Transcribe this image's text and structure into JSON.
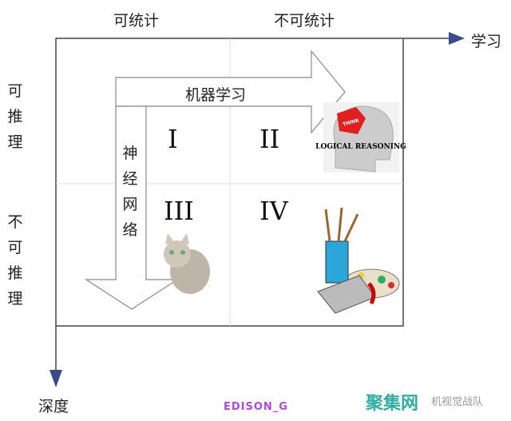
{
  "columns": [
    "可统计",
    "不可统计"
  ],
  "rows": [
    "可推理",
    "不可推理"
  ],
  "x_axis_label": "学习",
  "y_axis_label": "深度",
  "arrow_horizontal_label": "机器学习",
  "arrow_vertical_label": "神经网络",
  "quadrants": [
    "I",
    "II",
    "III",
    "IV"
  ],
  "logical_image_text": "LOGICAL REASONING",
  "puzzle_text": "THINK",
  "footer_signature": "EDISON_G",
  "watermark": {
    "brand": "聚集网",
    "text": "机视觉战队"
  },
  "colors": {
    "axis": "#3a4a8a",
    "border": "#444444",
    "signature": "#b048d8",
    "brand": "#1aa59a"
  }
}
